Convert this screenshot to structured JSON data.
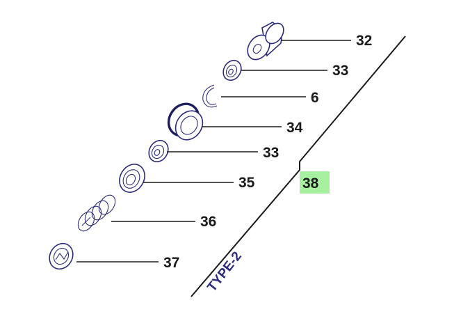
{
  "diagram": {
    "callouts": [
      {
        "id": "c32",
        "label": "32"
      },
      {
        "id": "c33a",
        "label": "33"
      },
      {
        "id": "c6",
        "label": "6"
      },
      {
        "id": "c34",
        "label": "34"
      },
      {
        "id": "c33b",
        "label": "33"
      },
      {
        "id": "c35",
        "label": "35"
      },
      {
        "id": "c36",
        "label": "36"
      },
      {
        "id": "c37",
        "label": "37"
      }
    ],
    "assembly_label": "38",
    "type_label": "TYPE-2",
    "colors": {
      "highlight": "#a6f0a0",
      "part_stroke": "#2b2b7a",
      "text": "#1a1a1a"
    }
  }
}
